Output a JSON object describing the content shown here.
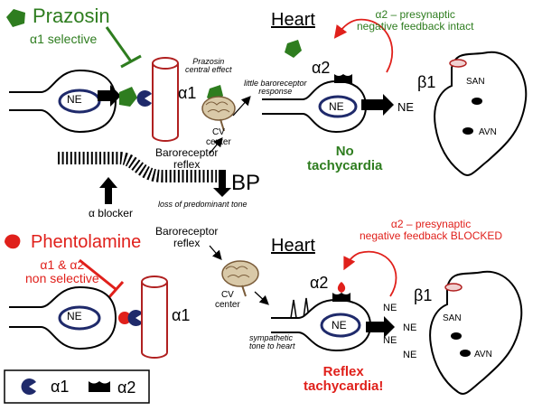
{
  "colors": {
    "green": "#2e7d1f",
    "red": "#e0201b",
    "navy": "#1f2a6b",
    "black": "#000000"
  },
  "icons": {
    "prazosin": "green-pentagon-icon",
    "phentolamine": "red-drop-icon",
    "alpha1_receptor": "navy-pacman-receptor-icon",
    "alpha2_receptor": "black-cup-receptor-icon",
    "brain": "brain-icon",
    "heart": "heart-outline-icon"
  },
  "top": {
    "drug_name": "Prazosin",
    "selectivity": "α1 selective",
    "neuron_label": "NE",
    "receptor_label": "α1",
    "central_effect": "Prazosin\ncentral effect",
    "cv_center": "CV\ncenter",
    "baroreceptor_response": "little baroreceptor\nresponse",
    "heart_title": "Heart",
    "alpha2_note": "α2 – presynaptic\nnegative feedback intact",
    "alpha2_label": "α2",
    "heart_neuron_label": "NE",
    "ne_release": "NE",
    "beta1_label": "β1",
    "san": "SAN",
    "avn": "AVN",
    "outcome": "No\ntachycardia"
  },
  "middle": {
    "baroreceptor_reflex": "Baroreceptor\nreflex",
    "bp_label": "BP",
    "alpha_blocker": "α blocker",
    "tone_loss": "loss of predominant tone"
  },
  "bottom": {
    "drug_name": "Phentolamine",
    "selectivity": "α1 & α2\nnon selective",
    "neuron_label": "NE",
    "receptor_label": "α1",
    "baroreceptor_reflex": "Baroreceptor\nreflex",
    "cv_center": "CV\ncenter",
    "sympathetic_tone": "sympathetic\ntone to heart",
    "heart_title": "Heart",
    "alpha2_note": "α2 – presynaptic\nnegative feedback BLOCKED",
    "alpha2_label": "α2",
    "heart_neuron_label": "NE",
    "ne_release": [
      "NE",
      "NE",
      "NE",
      "NE"
    ],
    "beta1_label": "β1",
    "san": "SAN",
    "avn": "AVN",
    "outcome": "Reflex\ntachycardia!"
  },
  "legend": {
    "alpha1": "α1",
    "alpha2": "α2"
  }
}
